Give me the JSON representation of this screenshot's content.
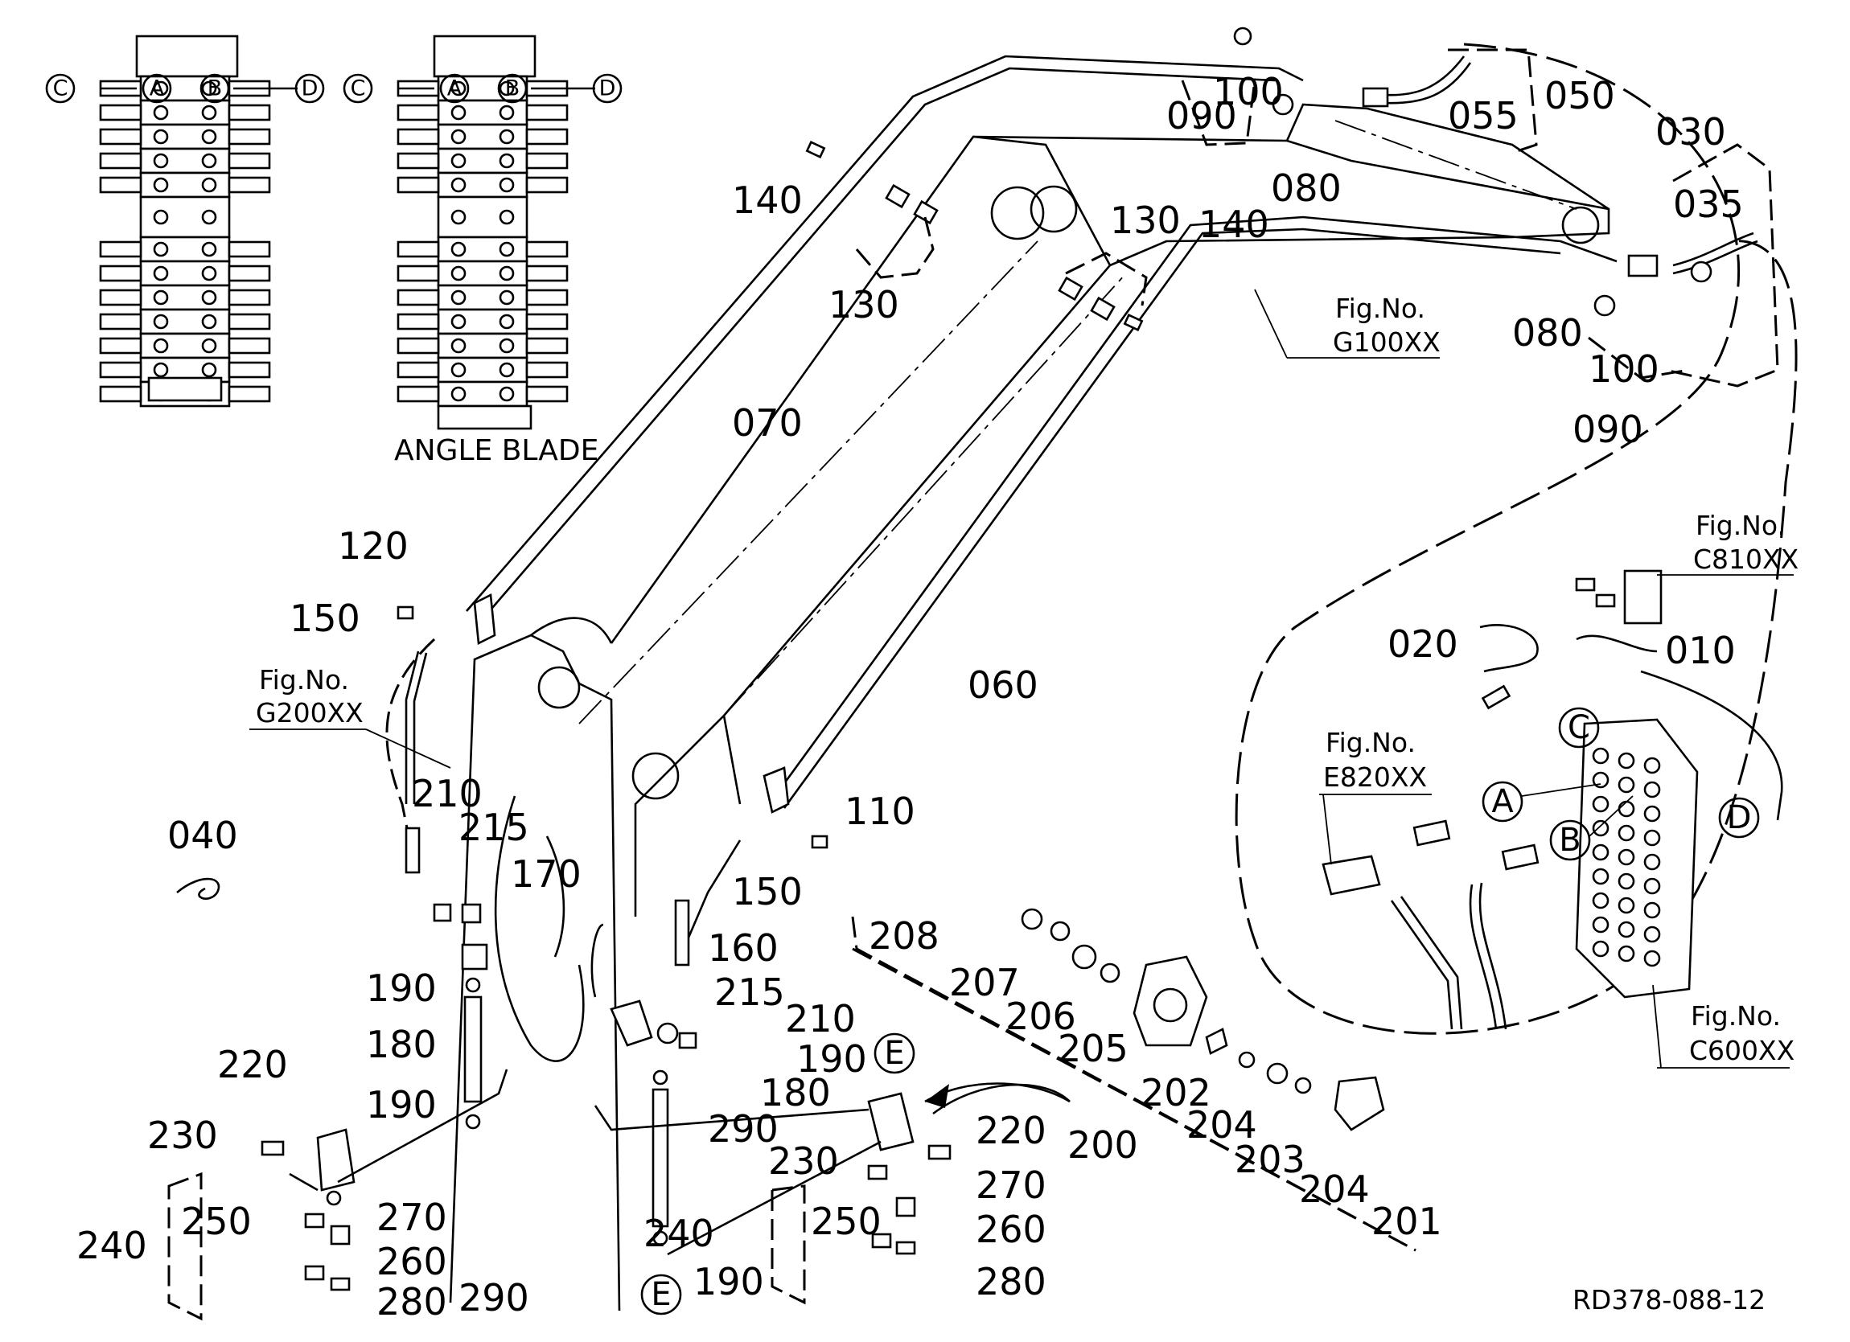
{
  "drawing_id": "RD378-088-12",
  "valve_views": [
    {
      "ports": [
        "C",
        "A",
        "B",
        "D"
      ],
      "caption": ""
    },
    {
      "ports": [
        "C",
        "A",
        "B",
        "D"
      ],
      "caption": "ANGLE BLADE"
    }
  ],
  "part_labels": {
    "p010": "010",
    "p020": "020",
    "p030": "030",
    "p035": "035",
    "p040": "040",
    "p050": "050",
    "p055": "055",
    "p060": "060",
    "p070": "070",
    "p080": "080",
    "p090": "090",
    "p100": "100",
    "p110": "110",
    "p120": "120",
    "p130": "130",
    "p140": "140",
    "p150": "150",
    "p160": "160",
    "p170": "170",
    "p180": "180",
    "p190": "190",
    "p200": "200",
    "p201": "201",
    "p202": "202",
    "p203": "203",
    "p204": "204",
    "p205": "205",
    "p206": "206",
    "p207": "207",
    "p208": "208",
    "p210": "210",
    "p215": "215",
    "p220": "220",
    "p230": "230",
    "p240": "240",
    "p250": "250",
    "p260": "260",
    "p270": "270",
    "p280": "280",
    "p290": "290"
  },
  "figure_refs": {
    "g100": {
      "line1": "Fig.No.",
      "line2": "G100XX"
    },
    "g200": {
      "line1": "Fig.No.",
      "line2": "G200XX"
    },
    "c810": {
      "line1": "Fig.No.",
      "line2": "C810XX"
    },
    "e820": {
      "line1": "Fig.No.",
      "line2": "E820XX"
    },
    "c600": {
      "line1": "Fig.No.",
      "line2": "C600XX"
    }
  },
  "port_callouts": {
    "a": "A",
    "b": "B",
    "c": "C",
    "d": "D",
    "e": "E"
  }
}
